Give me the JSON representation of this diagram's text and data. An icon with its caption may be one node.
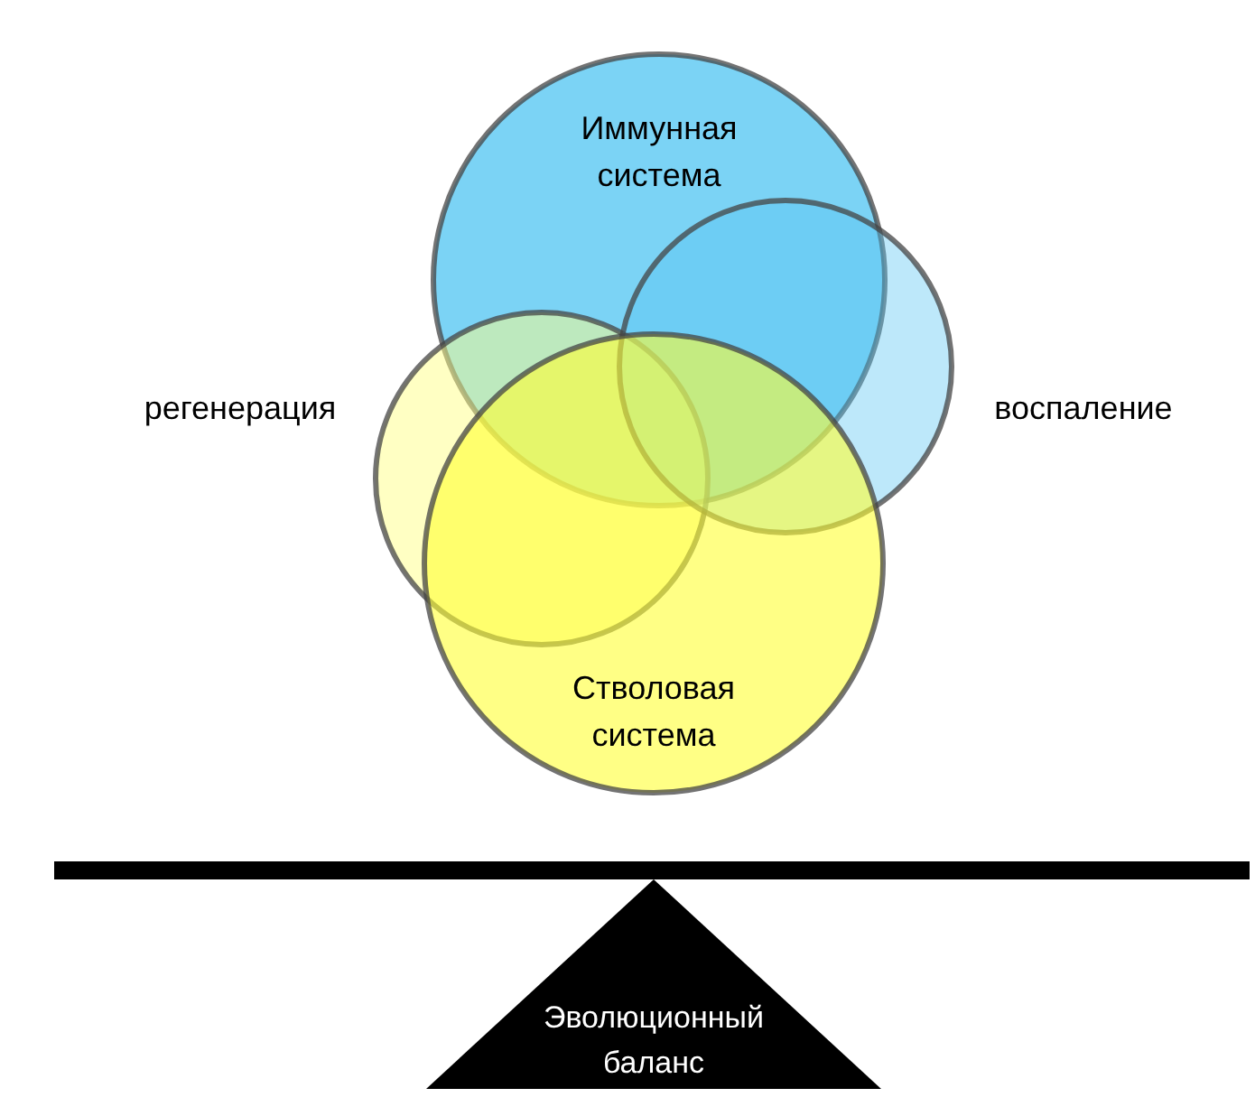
{
  "diagram": {
    "nodes": [
      {
        "text": [
          "Иммунная система"
        ]
      },
      {
        "text": [],
        "shape": "circle",
        "beside": [
          "регенерация"
        ]
      },
      {
        "text": [],
        "shape": "circle",
        "beside": [
          "воспаление"
        ]
      },
      {
        "text": [
          "Стволовая система"
        ]
      },
      {
        "text": [
          "Эволюционный баланс"
        ]
      }
    ],
    "edges": []
  }
}
